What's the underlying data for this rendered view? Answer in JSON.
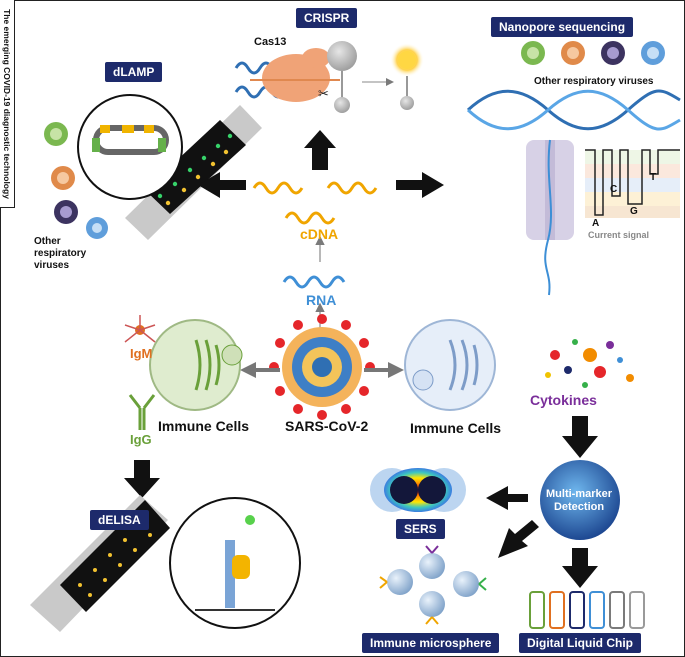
{
  "side_title": "The emerging COVID-19 diagnostic technology",
  "boxes": {
    "crispr": "CRISPR",
    "nanopore": "Nanopore sequencing",
    "dlamp": "dLAMP",
    "delisa": "dELISA",
    "sers": "SERS",
    "immune_microsphere": "Immune microsphere",
    "digital_liquid_chip": "Digital Liquid Chip"
  },
  "labels": {
    "cas13": "Cas13",
    "other_viruses_top": "Other respiratory viruses",
    "other_viruses_left": [
      "Other",
      "respiratory",
      "viruses"
    ],
    "cdna": "cDNA",
    "rna": "RNA",
    "igm": "IgM",
    "igg": "IgG",
    "immune_cells_left": "Immune Cells",
    "sars": "SARS-CoV-2",
    "immune_cells_right": "Immune Cells",
    "cytokines": "Cytokines",
    "multi_marker": [
      "Multi-marker",
      "Detection"
    ],
    "current_signal": "Current signal",
    "bases": [
      "A",
      "C",
      "G",
      "T"
    ]
  },
  "colors": {
    "box_bg": "#1d2a6b",
    "cdna": "#f0a500",
    "rna": "#3f8fd6",
    "igm": "#e07020",
    "igg": "#6aa03a",
    "cytokines": "#7a2e9a"
  }
}
